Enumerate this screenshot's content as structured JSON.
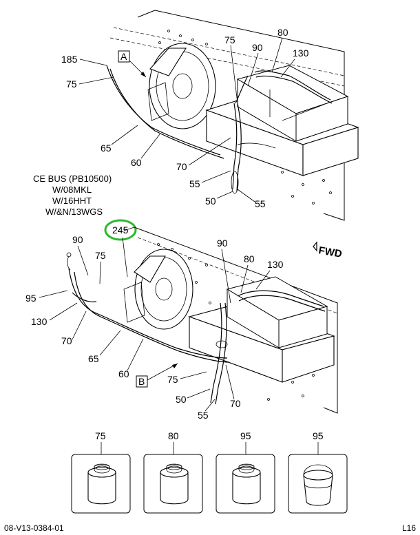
{
  "upper_view": {
    "marker": "A",
    "callouts": {
      "c185": "185",
      "c75_left": "75",
      "c65": "65",
      "c60": "60",
      "c75_top": "75",
      "c90": "90",
      "c80": "80",
      "c130": "130",
      "c70": "70",
      "c55_a": "55",
      "c50": "50",
      "c55_b": "55"
    }
  },
  "notes": [
    "CE BUS (PB10500)",
    "W/08MKL",
    "W/16HHT",
    "W/&N/13WGS"
  ],
  "highlight": {
    "label": "245",
    "color": "#2eb82e"
  },
  "fwd_label": "FWD",
  "lower_view": {
    "marker": "B",
    "callouts": {
      "c90_left": "90",
      "c75": "75",
      "c95": "95",
      "c130_left": "130",
      "c70_left": "70",
      "c65": "65",
      "c60": "60",
      "c90_right": "90",
      "c80": "80",
      "c130_right": "130",
      "c75_bottom": "75",
      "c50": "50",
      "c55": "55",
      "c70_bottom": "70"
    }
  },
  "parts": [
    {
      "label": "75",
      "kind": "can"
    },
    {
      "label": "80",
      "kind": "can"
    },
    {
      "label": "95",
      "kind": "can"
    },
    {
      "label": "95",
      "kind": "bucket"
    }
  ],
  "footer": {
    "drawing_number": "08-V13-0384-01",
    "page": "L16"
  }
}
